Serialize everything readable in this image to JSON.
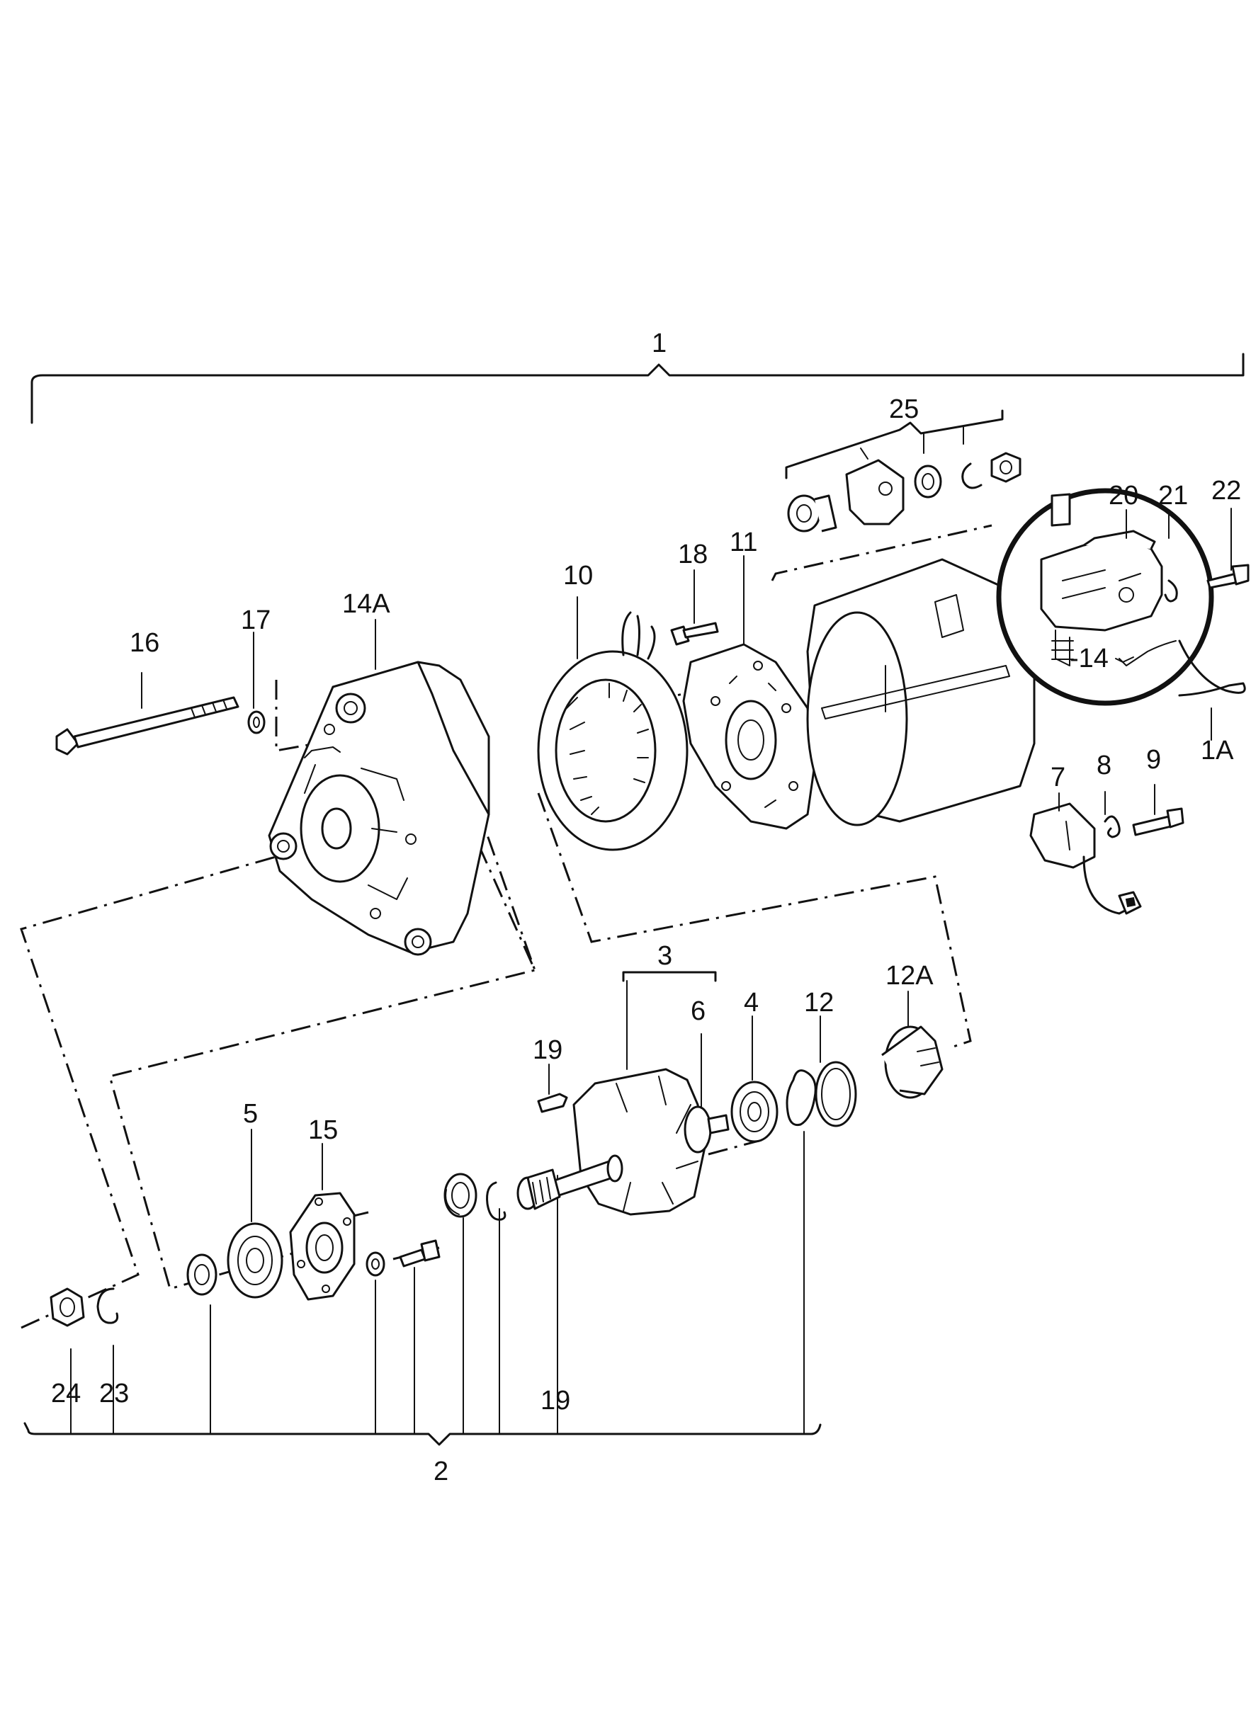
{
  "labels": {
    "l1": "1",
    "l1A": "1A",
    "l2": "2",
    "l3": "3",
    "l4": "4",
    "l5": "5",
    "l6": "6",
    "l7": "7",
    "l8": "8",
    "l9": "9",
    "l10": "10",
    "l11": "11",
    "l12": "12",
    "l12A": "12A",
    "l14": "-14",
    "l14A": "14A",
    "l15": "15",
    "l16": "16",
    "l17": "17",
    "l18": "18",
    "l19a": "19",
    "l19b": "19",
    "l20": "20",
    "l21": "21",
    "l22": "22",
    "l23": "23",
    "l24": "24",
    "l25": "25"
  },
  "colors": {
    "ink": "#111111",
    "paper": "#ffffff"
  }
}
